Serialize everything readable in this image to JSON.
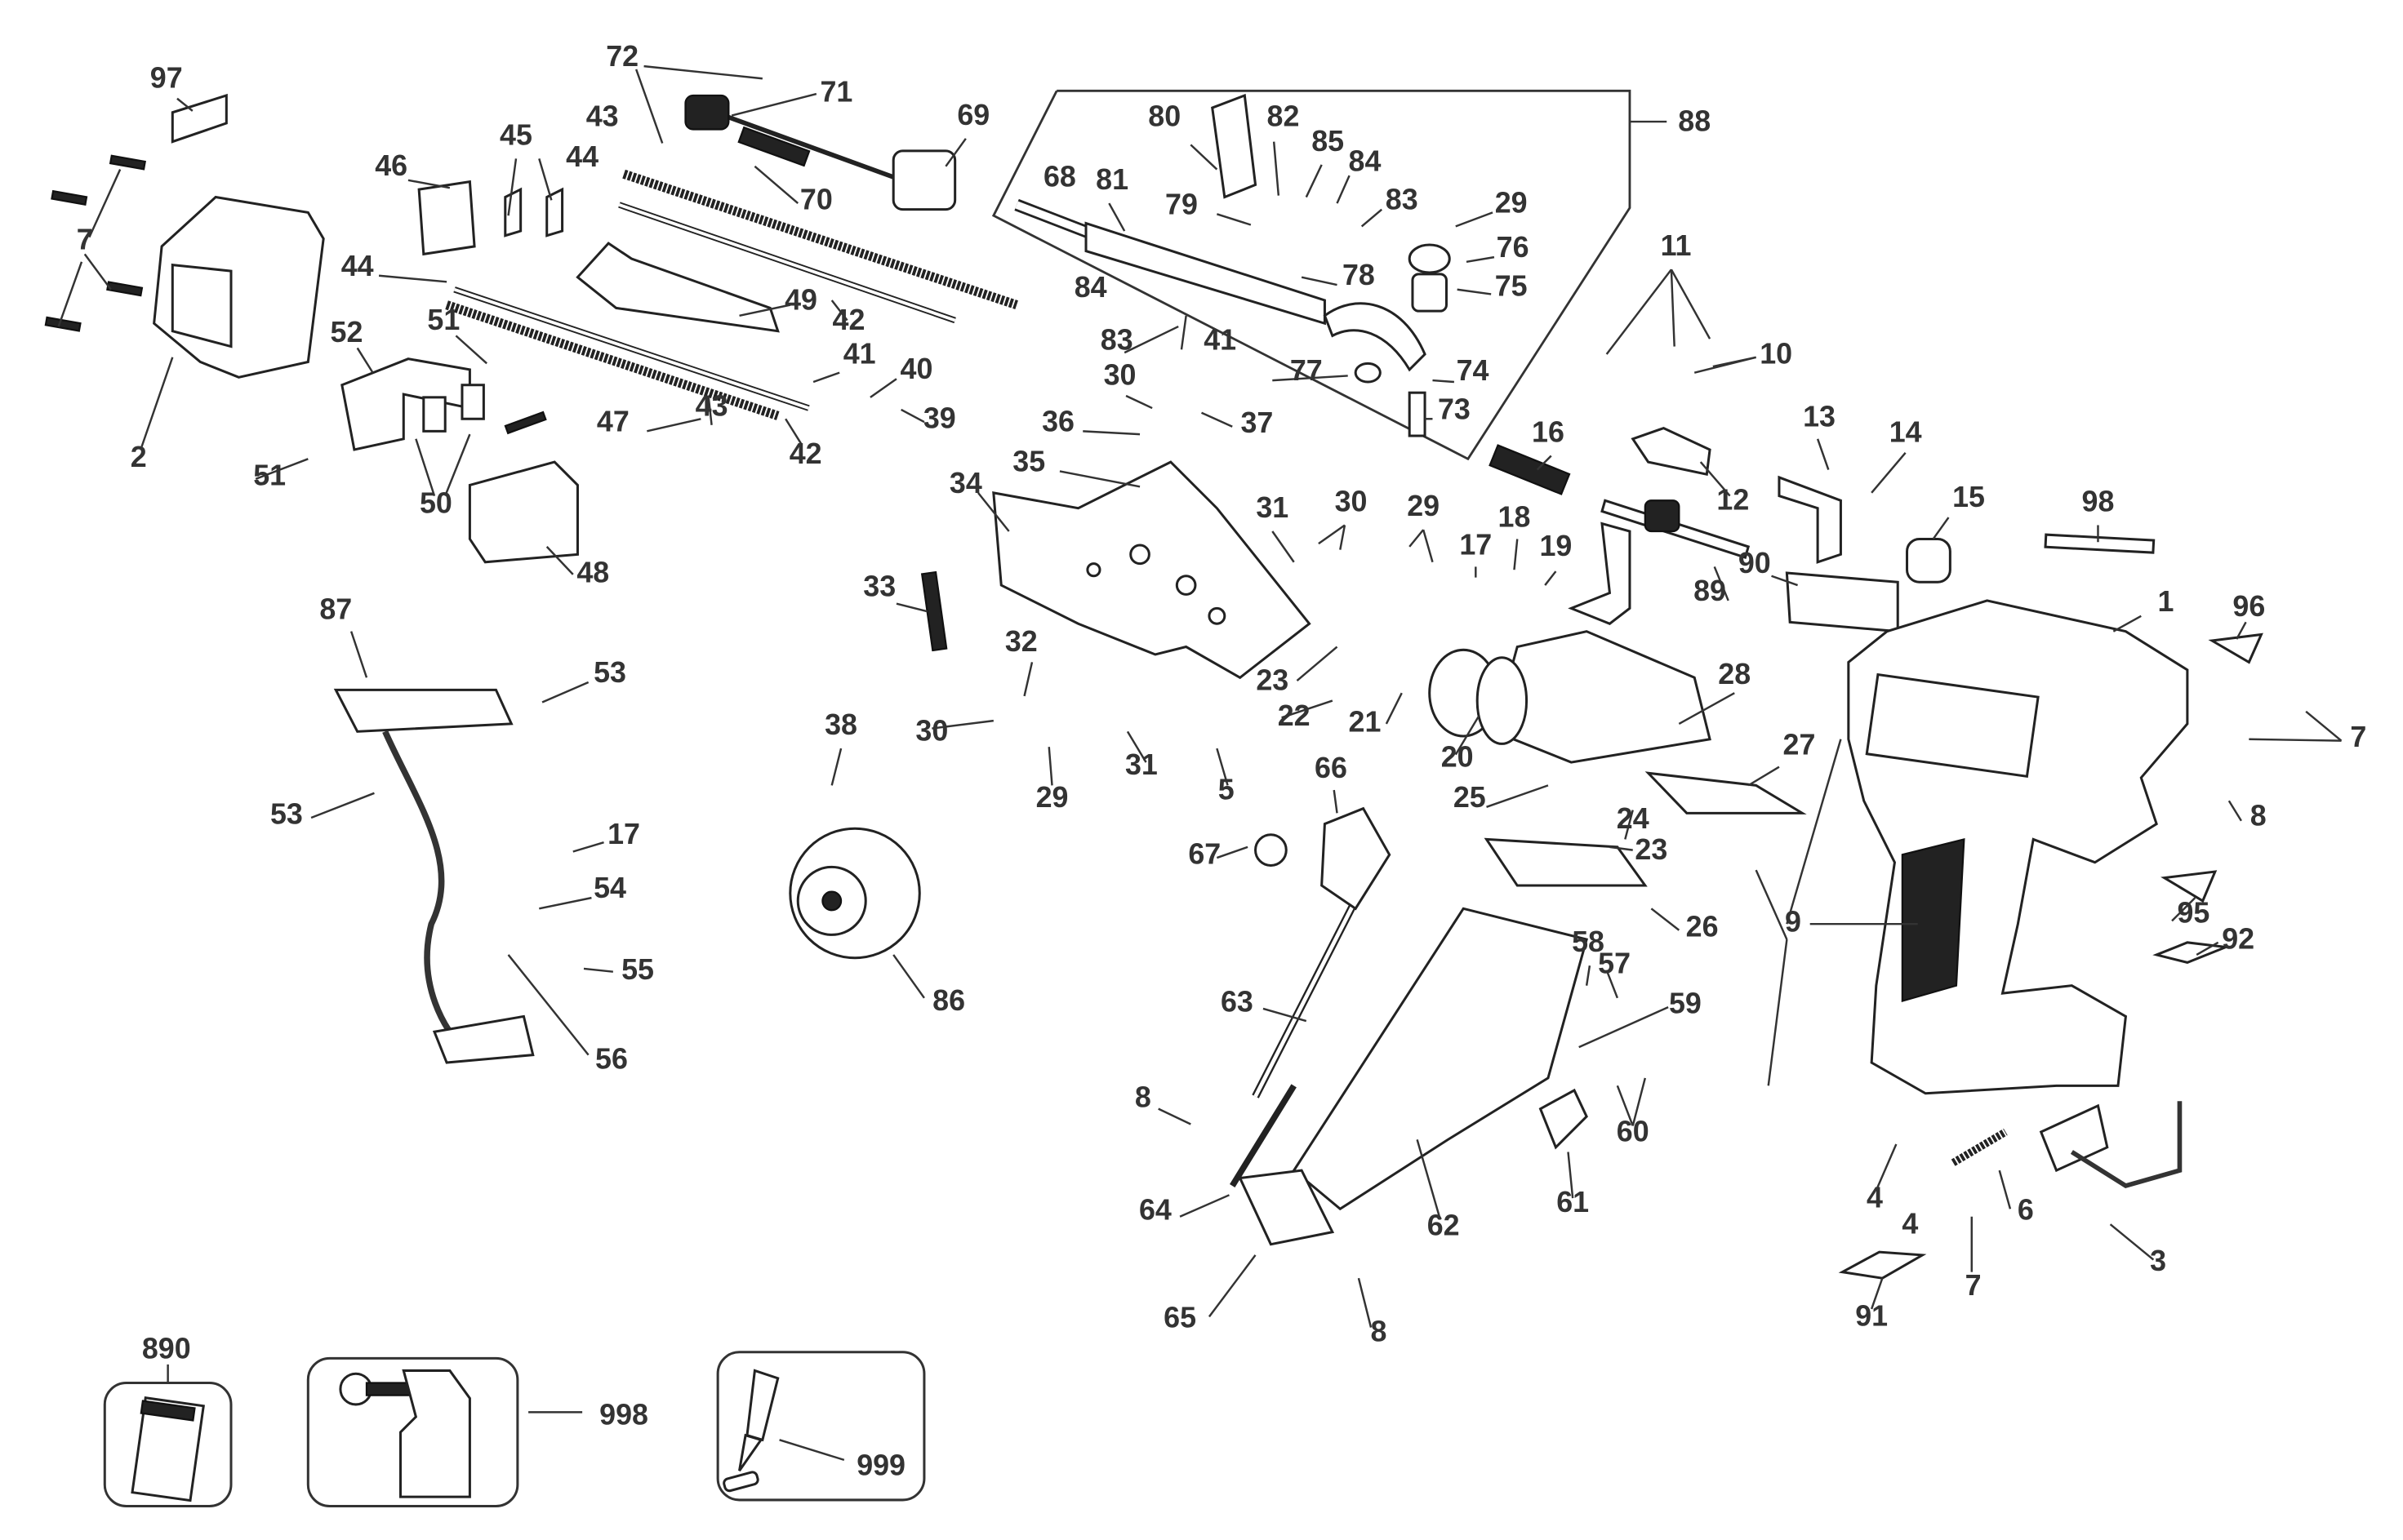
{
  "diagram": {
    "title": "Exploded parts diagram - cordless screwdriver / drywall tool",
    "callouts": [
      "97",
      "7",
      "2",
      "72",
      "71",
      "69",
      "43",
      "70",
      "46",
      "45",
      "44",
      "44",
      "49",
      "42",
      "52",
      "51",
      "51",
      "41",
      "40",
      "39",
      "42",
      "43",
      "47",
      "50",
      "48",
      "88",
      "80",
      "82",
      "85",
      "84",
      "68",
      "81",
      "79",
      "83",
      "29",
      "76",
      "78",
      "75",
      "84",
      "83",
      "41",
      "77",
      "74",
      "73",
      "11",
      "10",
      "30",
      "37",
      "36",
      "16",
      "13",
      "14",
      "12",
      "15",
      "98",
      "35",
      "34",
      "31",
      "30",
      "29",
      "17",
      "18",
      "19",
      "89",
      "90",
      "1",
      "96",
      "33",
      "7",
      "23",
      "22",
      "21",
      "28",
      "20",
      "8",
      "25",
      "27",
      "24",
      "23",
      "26",
      "9",
      "95",
      "92",
      "32",
      "30",
      "29",
      "31",
      "5",
      "66",
      "67",
      "63",
      "58",
      "57",
      "59",
      "60",
      "61",
      "62",
      "64",
      "8",
      "65",
      "8",
      "4",
      "6",
      "3",
      "4",
      "91",
      "7",
      "87",
      "53",
      "53",
      "17",
      "54",
      "55",
      "56",
      "38",
      "86"
    ],
    "insets": [
      {
        "label": "890",
        "description": "battery-pack-kit"
      },
      {
        "label": "998",
        "description": "wrench-kit"
      },
      {
        "label": "999",
        "description": "threadlocker-kit"
      }
    ]
  }
}
